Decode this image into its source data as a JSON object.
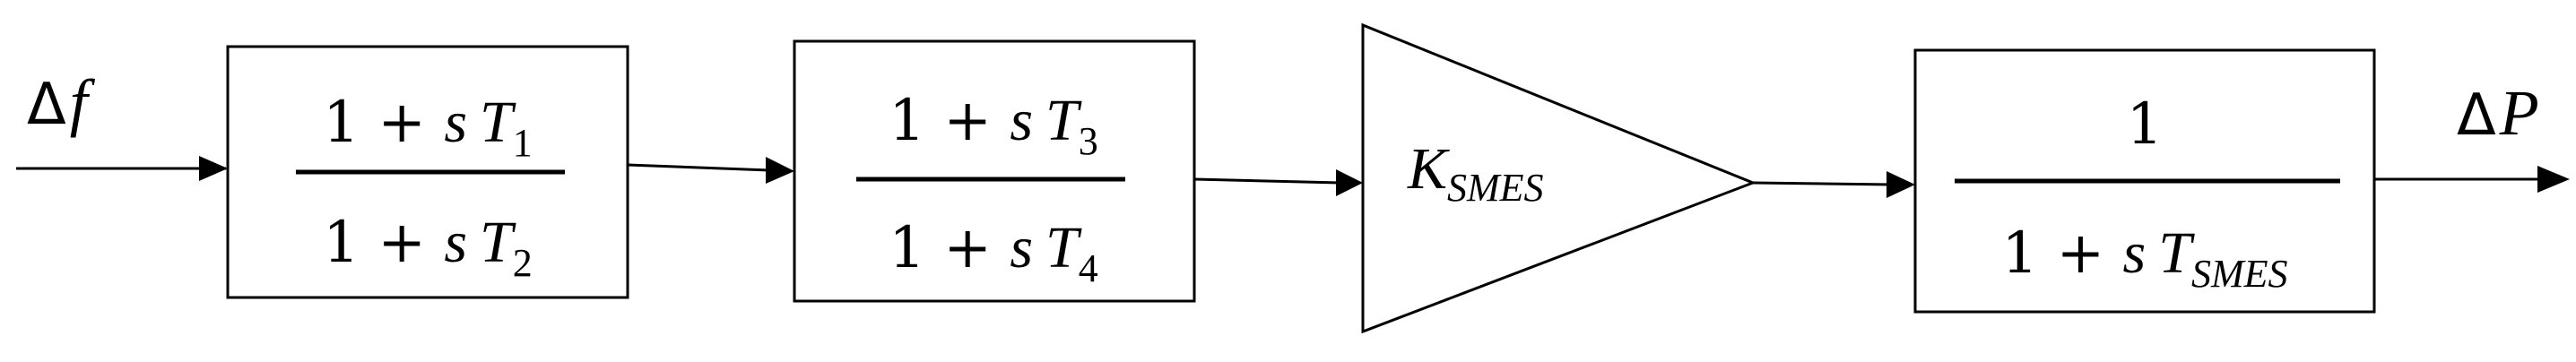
{
  "input_signal": {
    "delta": "Δ",
    "symbol": "f"
  },
  "output_signal": {
    "delta": "Δ",
    "symbol": "P"
  },
  "block1": {
    "numerator": {
      "lead": "1 + ",
      "s": "s",
      "T": "T",
      "sub": "1"
    },
    "denominator": {
      "lead": "1 + ",
      "s": "s",
      "T": "T",
      "sub": "2"
    }
  },
  "block2": {
    "numerator": {
      "lead": "1 + ",
      "s": "s",
      "T": "T",
      "sub": "3"
    },
    "denominator": {
      "lead": "1 + ",
      "s": "s",
      "T": "T",
      "sub": "4"
    }
  },
  "gain": {
    "K": "K",
    "sub": "SMES"
  },
  "block3": {
    "numerator": "1",
    "denominator": {
      "lead": "1 + ",
      "s": "s",
      "T": "T",
      "sub": "SMES"
    }
  },
  "colors": {
    "stroke": "#000000",
    "background": "#ffffff"
  }
}
